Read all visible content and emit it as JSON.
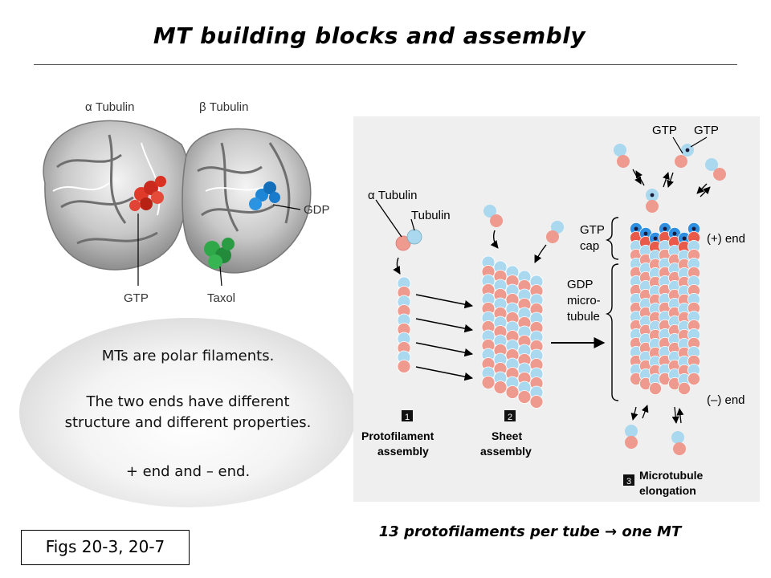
{
  "slide": {
    "title": "MT building blocks and assembly",
    "caption": "13 protofilaments per tube → one MT",
    "figs": "Figs 20-3, 20-7"
  },
  "protein": {
    "alpha_label": "α Tubulin",
    "beta_label": "β Tubulin",
    "gdp_label": "GDP",
    "gtp_label": "GTP",
    "taxol_label": "Taxol"
  },
  "note": {
    "line1": "MTs are polar filaments.",
    "line2": "The two ends have different",
    "line3": "structure and different properties.",
    "line4": "+ end and – end."
  },
  "assembly": {
    "alpha_label": "α Tubulin",
    "beta_label": "Tubulin",
    "step1_num": "1",
    "step1_line1": "Protofilament",
    "step1_line2": "assembly",
    "step2_num": "2",
    "step2_line1": "Sheet",
    "step2_line2": "assembly",
    "step3_num": "3",
    "step3_line1": "Microtubule",
    "step3_line2": "elongation",
    "gtp1": "GTP",
    "gtp2": "GTP",
    "gtp_cap_line1": "GTP",
    "gtp_cap_line2": "cap",
    "gdp_line1": "GDP",
    "gdp_line2": "micro-",
    "gdp_line3": "tubule",
    "plus_end": "(+) end",
    "minus_end": "(–) end"
  },
  "colors": {
    "alpha_tubulin": "#ef9a8f",
    "beta_tubulin": "#a9d8ef",
    "gtp_highlight": "#e03a2a",
    "gdp_highlight": "#1f86d6",
    "taxol_highlight": "#2fa84a"
  }
}
